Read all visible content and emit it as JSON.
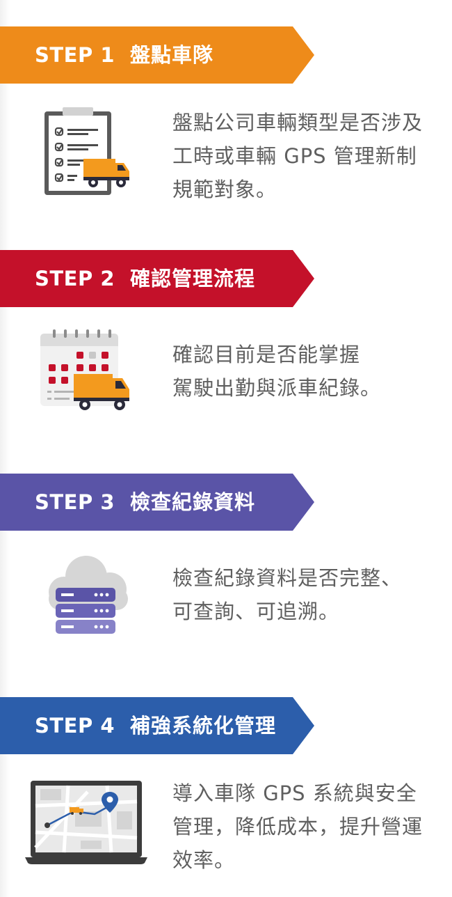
{
  "steps": [
    {
      "label": "STEP 1",
      "title": "盤點車隊",
      "color": "#EE8B1A",
      "icon": "clipboard-truck-icon",
      "lines": [
        "盤點公司車輛類型是否涉及",
        "工時或車輛 GPS 管理新制",
        "規範對象。"
      ]
    },
    {
      "label": "STEP 2",
      "title": "確認管理流程",
      "color": "#C4112A",
      "icon": "calendar-truck-icon",
      "lines": [
        "確認目前是否能掌握",
        "駕駛出勤與派車紀錄。"
      ]
    },
    {
      "label": "STEP 3",
      "title": "檢查紀錄資料",
      "color": "#5A54A7",
      "icon": "cloud-server-icon",
      "lines": [
        "檢查紀錄資料是否完整、",
        "可查詢、可追溯。"
      ]
    },
    {
      "label": "STEP 4",
      "title": "補強系統化管理",
      "color": "#2C5EAB",
      "icon": "laptop-map-icon",
      "lines": [
        "導入車隊 GPS 系統與安全",
        "管理，降低成本，提升營運",
        "效率。"
      ]
    }
  ]
}
